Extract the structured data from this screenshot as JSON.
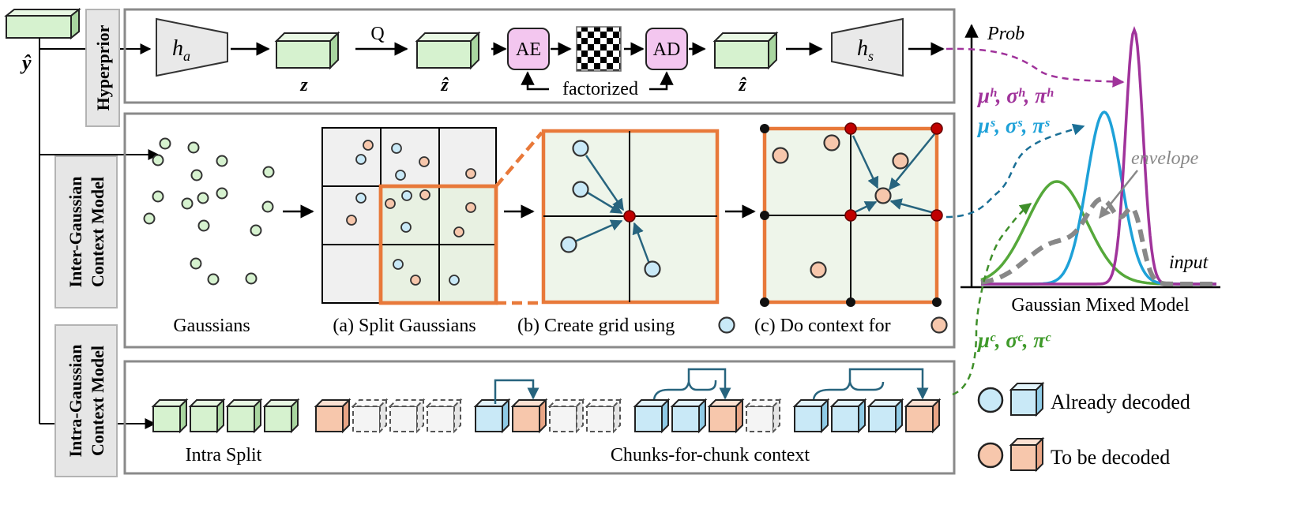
{
  "input": {
    "symbol": "ŷ"
  },
  "hyperprior": {
    "label": "Hyperprior",
    "encoder": "h",
    "encoder_sub": "a",
    "decoder": "h",
    "decoder_sub": "s",
    "z": "z",
    "z_hat": "ẑ",
    "quantize": "Q",
    "ae": "AE",
    "ad": "AD",
    "factorized": "factorized"
  },
  "inter": {
    "label_line1": "Inter-Gaussian",
    "label_line2": "Context Model",
    "caption_gaussians": "Gaussians",
    "caption_split": "(a) Split Gaussians",
    "caption_grid": "(b) Create grid using",
    "caption_context": "(c) Do context for"
  },
  "intra": {
    "label_line1": "Intra-Gaussian",
    "label_line2": "Context Model",
    "caption_split": "Intra Split",
    "caption_chunks": "Chunks-for-chunk context"
  },
  "gmm": {
    "ylabel": "Prob",
    "xlabel": "input",
    "title": "Gaussian Mixed Model",
    "envelope": "envelope",
    "params_h": "μʰ, σʰ, πʰ",
    "params_s": "μˢ, σˢ, πˢ",
    "params_c": "μᶜ, σᶜ, πᶜ"
  },
  "legend": {
    "decoded": "Already decoded",
    "to_decode": "To be decoded"
  },
  "colors": {
    "orange": "#e8793a",
    "green_fill": "#d6f2cf",
    "blue_fill": "#c9e9f7",
    "salmon_fill": "#f7c7ac",
    "pink_fill": "#f3c6ef",
    "hyper_curve": "#a0339b",
    "inter_curve": "#1ea1d8",
    "intra_curve": "#55a83a",
    "envelope": "#888888",
    "dark_arrow": "#27647e",
    "grid_node": "#c00000"
  }
}
